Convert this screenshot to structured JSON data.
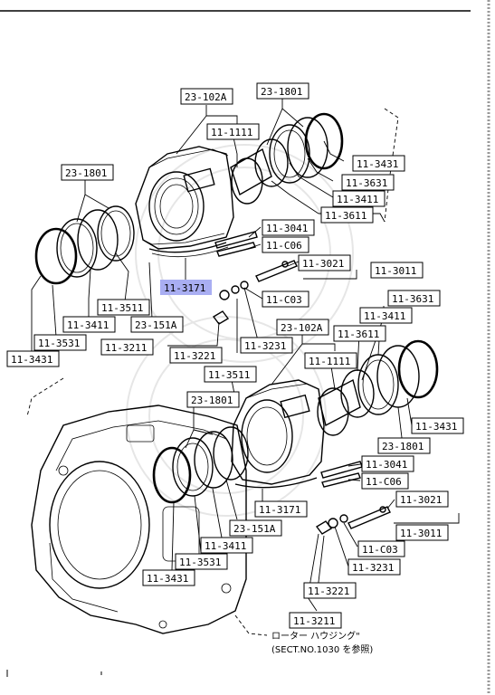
{
  "labels": [
    {
      "id": "l01",
      "text": "23-102A"
    },
    {
      "id": "l02",
      "text": "23-1801"
    },
    {
      "id": "l03",
      "text": "11-1111"
    },
    {
      "id": "l04",
      "text": "11-3431"
    },
    {
      "id": "l05",
      "text": "11-3631"
    },
    {
      "id": "l06",
      "text": "11-3411"
    },
    {
      "id": "l07",
      "text": "11-3611"
    },
    {
      "id": "l08",
      "text": "23-1801"
    },
    {
      "id": "l09",
      "text": "11-3041"
    },
    {
      "id": "l10",
      "text": "11-C06"
    },
    {
      "id": "l11",
      "text": "11-3021"
    },
    {
      "id": "l12",
      "text": "11-3011"
    },
    {
      "id": "l13",
      "text": "11-3171",
      "highlight": true
    },
    {
      "id": "l14",
      "text": "11-C03"
    },
    {
      "id": "l15",
      "text": "11-3511"
    },
    {
      "id": "l16",
      "text": "11-3411"
    },
    {
      "id": "l17",
      "text": "23-151A"
    },
    {
      "id": "l18",
      "text": "11-3531"
    },
    {
      "id": "l19",
      "text": "11-3431"
    },
    {
      "id": "l20",
      "text": "11-3211"
    },
    {
      "id": "l21",
      "text": "11-3221"
    },
    {
      "id": "l22",
      "text": "11-3231"
    },
    {
      "id": "l23",
      "text": "23-102A"
    },
    {
      "id": "l24",
      "text": "11-3631"
    },
    {
      "id": "l25",
      "text": "11-3411"
    },
    {
      "id": "l26",
      "text": "11-3611"
    },
    {
      "id": "l27",
      "text": "11-3511"
    },
    {
      "id": "l28",
      "text": "11-1111"
    },
    {
      "id": "l29",
      "text": "23-1801"
    },
    {
      "id": "l30",
      "text": "11-3431"
    },
    {
      "id": "l31",
      "text": "23-1801"
    },
    {
      "id": "l32",
      "text": "11-3041"
    },
    {
      "id": "l33",
      "text": "11-C06"
    },
    {
      "id": "l34",
      "text": "11-3171"
    },
    {
      "id": "l35",
      "text": "11-3021"
    },
    {
      "id": "l36",
      "text": "23-151A"
    },
    {
      "id": "l37",
      "text": "11-3011"
    },
    {
      "id": "l38",
      "text": "11-3411"
    },
    {
      "id": "l39",
      "text": "11-C03"
    },
    {
      "id": "l40",
      "text": "11-3531"
    },
    {
      "id": "l41",
      "text": "11-3231"
    },
    {
      "id": "l42",
      "text": "11-3431"
    },
    {
      "id": "l43",
      "text": "11-3221"
    },
    {
      "id": "l44",
      "text": "11-3211"
    }
  ],
  "note": {
    "line1": "ローター ハウジング\"",
    "line2": "(SECT.NO.1030 を参照)"
  },
  "colors": {
    "highlight": "#a9aef2",
    "ink": "#000000"
  }
}
